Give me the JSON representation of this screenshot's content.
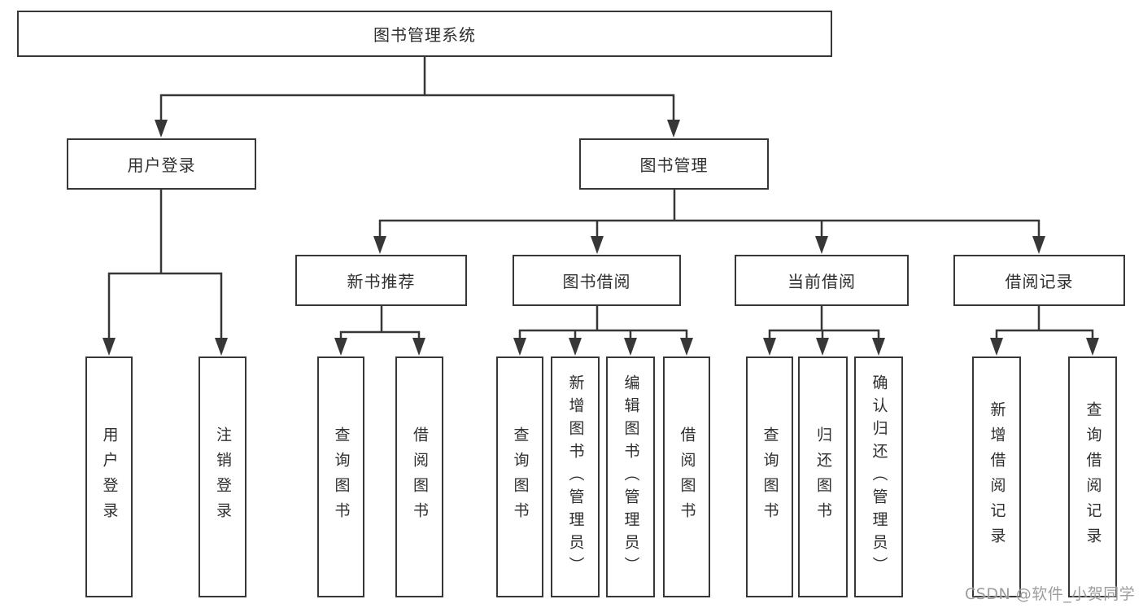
{
  "tree": {
    "root": {
      "label": "图书管理系统",
      "children": [
        {
          "label": "用户登录",
          "children": [
            {
              "label": "用户登录"
            },
            {
              "label": "注销登录"
            }
          ]
        },
        {
          "label": "图书管理",
          "children": [
            {
              "label": "新书推荐",
              "children": [
                {
                  "label": "查询图书"
                },
                {
                  "label": "借阅图书"
                }
              ]
            },
            {
              "label": "图书借阅",
              "children": [
                {
                  "label": "查询图书"
                },
                {
                  "label": "新增图书（管理员）"
                },
                {
                  "label": "编辑图书（管理员）"
                },
                {
                  "label": "借阅图书"
                }
              ]
            },
            {
              "label": "当前借阅",
              "children": [
                {
                  "label": "查询图书"
                },
                {
                  "label": "归还图书"
                },
                {
                  "label": "确认归还（管理员）"
                }
              ]
            },
            {
              "label": "借阅记录",
              "children": [
                {
                  "label": "新增借阅记录"
                },
                {
                  "label": "查询借阅记录"
                }
              ]
            }
          ]
        }
      ]
    }
  },
  "watermark": "CSDN @软件_小贺同学",
  "colors": {
    "line": "#373737",
    "box_border": "#373737",
    "text": "#2f2f2f",
    "watermark": "#919191",
    "background": "#ffffff"
  }
}
